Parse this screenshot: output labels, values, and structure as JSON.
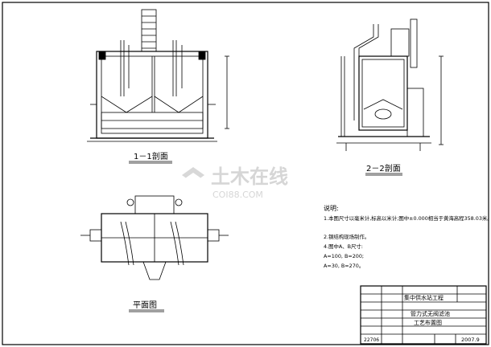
{
  "drawing": {
    "views": {
      "section_1_1": "1－1剖面",
      "section_2_2": "2－2剖面",
      "plan": "平面图"
    },
    "watermark": {
      "brand_cn": "土木在线",
      "brand_en": "COI88.COM"
    },
    "notes": {
      "heading": "说明:",
      "lines": [
        "1.本图尺寸以毫米计,标高以米计;图中±0.000相当于黄海高程358.03米。",
        "2.钢结构现场制作。",
        "4.图中A、B尺寸:",
        "A=100, B=200;",
        "A=30, B=270。"
      ]
    },
    "title_block": {
      "project": "集中供水站工程",
      "drawing_title_1": "管力式无阀滤池",
      "drawing_title_2": "工艺布置图",
      "date": "2007.9",
      "drawing_no": "22706"
    }
  }
}
